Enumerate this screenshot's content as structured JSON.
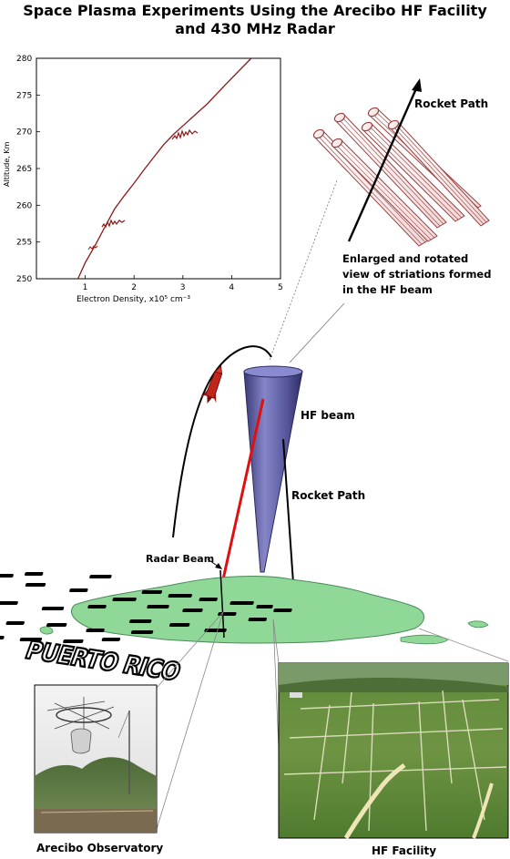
{
  "title": {
    "line1": "Space Plasma Experiments Using the Arecibo HF Facility",
    "line2": "and 430 MHz Radar"
  },
  "profile_chart": {
    "ylabel": "Altitude, Km",
    "xlabel": "Electron Density, x10⁵ cm⁻³",
    "x_ticks": [
      "1",
      "2",
      "3",
      "4",
      "5"
    ],
    "y_ticks": [
      "250",
      "255",
      "260",
      "265",
      "270",
      "275",
      "280"
    ],
    "line_color": "#8b1a1a"
  },
  "chart_data": {
    "type": "line",
    "title": "",
    "xlabel": "Electron Density, x10⁵ cm⁻³",
    "ylabel": "Altitude, Km",
    "xlim": [
      0,
      5
    ],
    "ylim": [
      250,
      280
    ],
    "grid": false,
    "series": [
      {
        "x": [
          0.85,
          1.0,
          1.2,
          1.4,
          1.6,
          1.8,
          2.0,
          2.2,
          2.4,
          2.6,
          2.8,
          3.0,
          3.2,
          3.5,
          3.9,
          4.4
        ],
        "y": [
          250,
          252.2,
          254.5,
          257,
          259.5,
          261.3,
          263,
          264.8,
          266.5,
          268.2,
          269.6,
          270.8,
          272,
          273.8,
          276.6,
          280
        ]
      }
    ]
  },
  "labels": {
    "rocket_path_top": "Rocket Path",
    "striations_note": [
      "Enlarged and rotated",
      "view of striations formed",
      "in the HF beam"
    ],
    "hf_beam": "HF beam",
    "rocket_path_mid": "Rocket Path",
    "radar_beam": "Radar Beam",
    "puerto_rico": "PUERTO RICO",
    "arecibo": "Arecibo Observatory",
    "hf_facility": "HF Facility"
  },
  "colors": {
    "beam_cone": "#5a5a9e",
    "radar_beam": "#e01010",
    "rocket": "#c0271c",
    "island": "#8fd898",
    "striation": "#b05050"
  }
}
